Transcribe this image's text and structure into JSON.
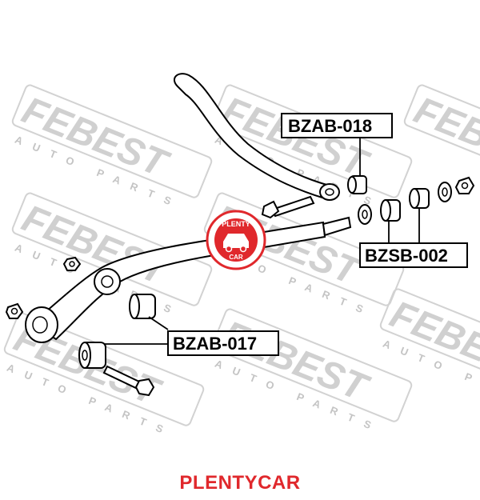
{
  "watermark": {
    "brand": "FEBEST",
    "tagline": "AUTO PARTS",
    "color": "#c8c8c8"
  },
  "stamp": {
    "text_top": "PLENTY",
    "text_bottom": "CAR",
    "color": "#e0282c"
  },
  "callouts": [
    {
      "id": "bzab-018",
      "label": "BZAB-018"
    },
    {
      "id": "bzsb-002",
      "label": "BZSB-002"
    },
    {
      "id": "bzab-017",
      "label": "BZAB-017"
    }
  ],
  "footer": {
    "brand": "PLENTYCAR",
    "color": "#e0282c"
  }
}
